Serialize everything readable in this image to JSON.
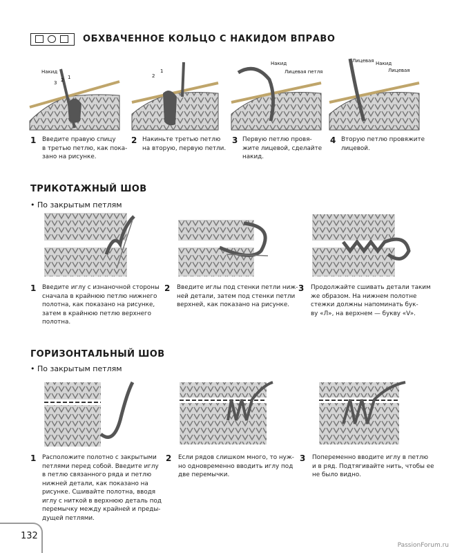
{
  "section1": {
    "title": "ОБХВАЧЕННОЕ КОЛЬЦО С НАКИДОМ ВПРАВО",
    "steps": [
      {
        "num": "1",
        "text": "Введите правую спицу\nв третью петлю, как пока-\nзано на рисунке."
      },
      {
        "num": "2",
        "text": "Накиньте третью петлю\nна вторую, первую петли."
      },
      {
        "num": "3",
        "text": "Первую петлю провя-\nжите лицевой, сделайте\nнакид."
      },
      {
        "num": "4",
        "text": "Вторую петлю провяжите\nлицевой."
      }
    ],
    "labels": {
      "nakid": "Накид",
      "licevaya_petlya": "Лицевая петля",
      "licevaya": "Лицевая",
      "n1": "1",
      "n2": "2",
      "n3": "3"
    }
  },
  "section2": {
    "title": "ТРИКОТАЖНЫЙ ШОВ",
    "subtitle": "• По закрытым петлям",
    "steps": [
      {
        "num": "1",
        "text": "Введите иглу с изнаночной стороны\nсначала в крайнюю петлю нижнего\nполотна, как показано на рисунке,\nзатем в крайнюю петлю верхнего\nполотна."
      },
      {
        "num": "2",
        "text": "Введите иглы под стенки петли ниж-\nней детали, затем под стенки петли\nверхней, как показано на рисунке."
      },
      {
        "num": "3",
        "text": "Продолжайте сшивать детали таким\nже образом. На нижнем полотне\nстежки должны напоминать бук-\nву «Л», на верхнем — букву «V»."
      }
    ]
  },
  "section3": {
    "title": "ГОРИЗОНТАЛЬНЫЙ ШОВ",
    "subtitle": "• По закрытым петлям",
    "steps": [
      {
        "num": "1",
        "text": "Расположите полотно с закрытыми\nпетлями  перед собой. Введите иглу\nв петлю связанного ряда и петлю\nнижней детали, как показано на\nрисунке. Сшивайте полотна, вводя\nиглу с ниткой в верхнюю деталь под\nперемычку между крайней и преды-\nдущей петлями."
      },
      {
        "num": "2",
        "text": "Если рядов слишком много, то нуж-\nно одновременно вводить иглу под\nдве перемычки."
      },
      {
        "num": "3",
        "text": "Попеременно вводите иглу в петлю\nи в ряд. Подтягивайте нить, чтобы ее\nне было видно."
      }
    ]
  },
  "page_number": "132",
  "watermark": "PassionForum.ru",
  "colors": {
    "yarn": "#666666",
    "fabric": "#bdbdbd",
    "needle": "#e9d9b0"
  }
}
